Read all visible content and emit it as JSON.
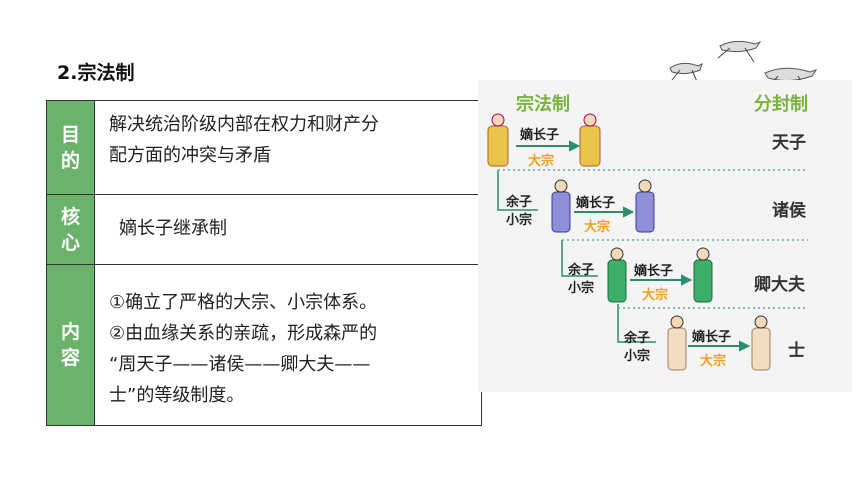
{
  "section_title": "2.宗法制",
  "table": {
    "rows": [
      {
        "label_chars": [
          "目",
          "的"
        ],
        "content": [
          "解决统治阶级内部在权力和财产分",
          "配方面的冲突与矛盾"
        ]
      },
      {
        "label_chars": [
          "核",
          "心"
        ],
        "content": [
          "嫡长子继承制"
        ]
      },
      {
        "label_chars": [
          "内",
          "容"
        ],
        "content": [
          "①确立了严格的大宗、小宗体系。",
          "②由血缘关系的亲疏，形成森严的",
          "“周天子——诸侯——卿大夫——",
          "士”的等级制度。"
        ]
      }
    ]
  },
  "diagram": {
    "left_heading": "宗法制",
    "right_heading": "分封制",
    "ranks": [
      "天子",
      "诸侯",
      "卿大夫",
      "士"
    ],
    "arrow_label": "嫡长子",
    "dazong_label": "大宗",
    "yuzi_label": "余子",
    "xiaozong_label": "小宗",
    "colors": {
      "green": "#6bb26b",
      "heading": "#7ab33f",
      "dazong": "#f0a020",
      "arrow": "#2a8f6a"
    }
  }
}
